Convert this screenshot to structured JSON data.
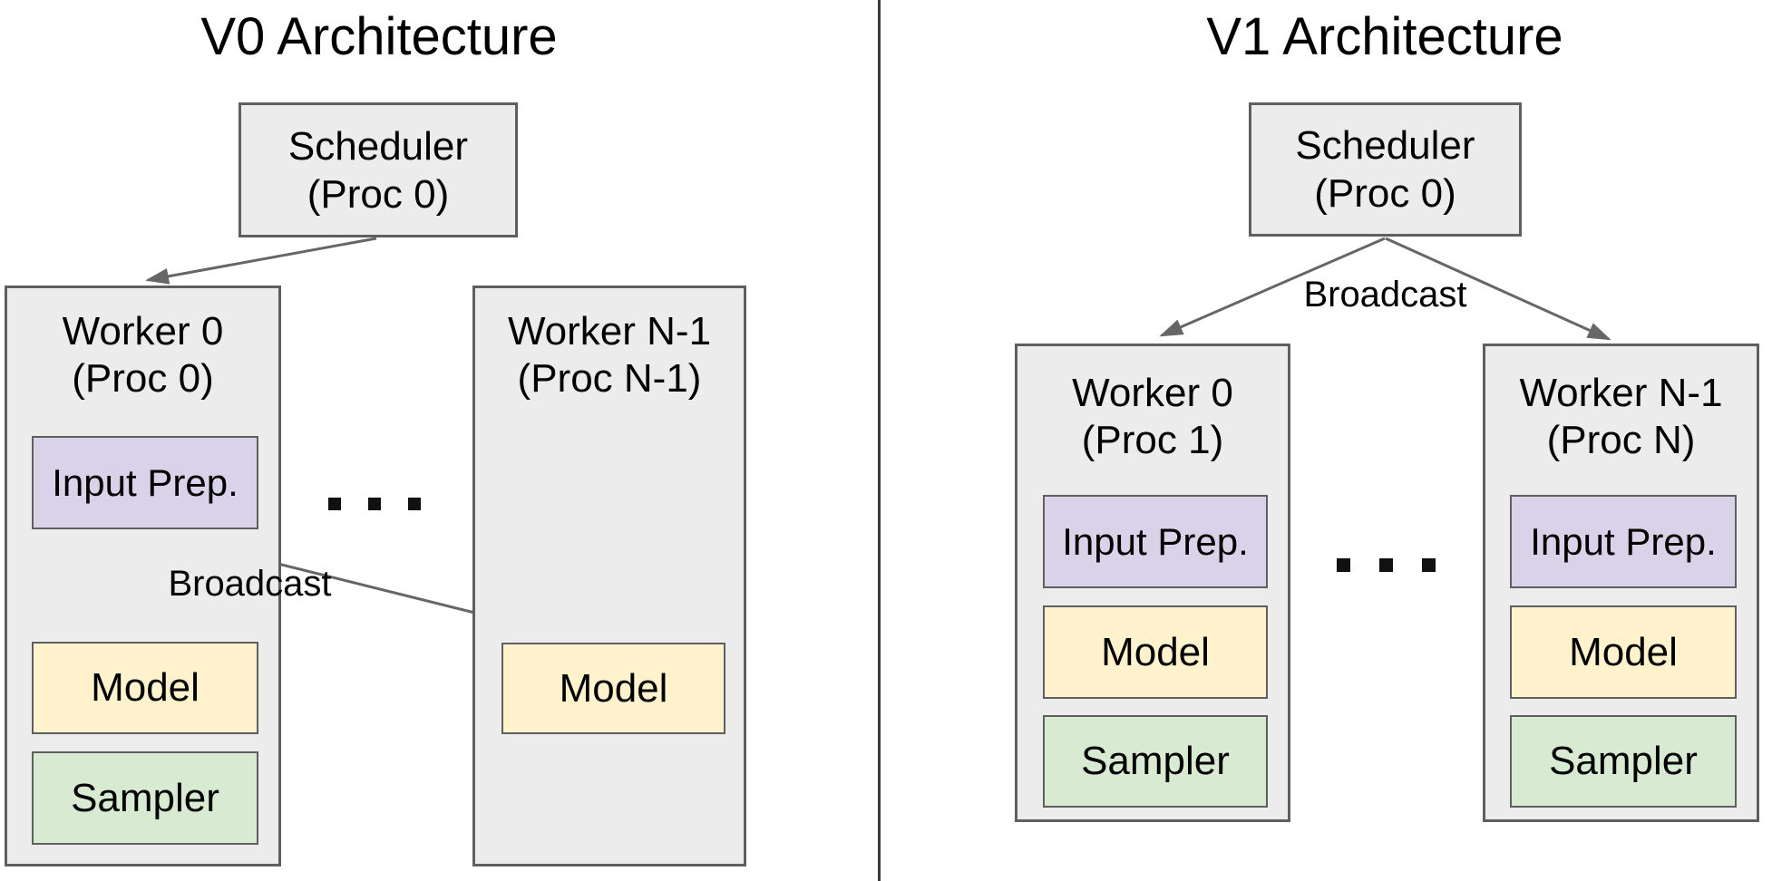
{
  "colors": {
    "background": "#ffffff",
    "container_fill": "#ececec",
    "container_border": "#5f5f5f",
    "input_prep_fill": "#d9d2e9",
    "model_fill": "#fff2cc",
    "sampler_fill": "#d9ead3",
    "arrow": "#666666",
    "divider": "#3d3d3d",
    "text": "#000000"
  },
  "left_panel": {
    "title": "V0 Architecture",
    "scheduler": {
      "line1": "Scheduler",
      "line2": "(Proc 0)"
    },
    "broadcast_label": "Broadcast",
    "ellipsis": ". . .",
    "workers": [
      {
        "line1": "Worker 0",
        "line2": "(Proc 0)",
        "components": [
          "Input Prep.",
          "Model",
          "Sampler"
        ]
      },
      {
        "line1": "Worker N-1",
        "line2": "(Proc N-1)",
        "components": [
          "Model"
        ]
      }
    ]
  },
  "right_panel": {
    "title": "V1 Architecture",
    "scheduler": {
      "line1": "Scheduler",
      "line2": "(Proc 0)"
    },
    "broadcast_label": "Broadcast",
    "ellipsis": ". . .",
    "workers": [
      {
        "line1": "Worker 0",
        "line2": "(Proc 1)",
        "components": [
          "Input Prep.",
          "Model",
          "Sampler"
        ]
      },
      {
        "line1": "Worker N-1",
        "line2": "(Proc N)",
        "components": [
          "Input Prep.",
          "Model",
          "Sampler"
        ]
      }
    ]
  }
}
